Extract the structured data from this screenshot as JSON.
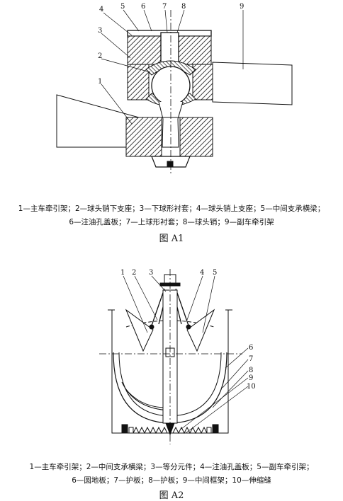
{
  "figure_a1": {
    "labels": [
      "1",
      "2",
      "3",
      "4",
      "5",
      "6",
      "7",
      "8",
      "9"
    ],
    "legend_line1": "1—主车牵引架；2—球头销下支座；3—下球形衬套；4—球头销上支座；5—中间支承横梁；",
    "legend_line2": "6—注油孔盖板；7—上球形衬套；8—球头销；9—副车牵引架",
    "title": "图 A1"
  },
  "figure_a2": {
    "labels": [
      "1",
      "2",
      "3",
      "4",
      "5",
      "6",
      "7",
      "8",
      "9",
      "10"
    ],
    "legend_line1": "1—主车牵引架；2—中间支承横梁；3—等分元件；4—注油孔盖板；5—副车牵引架；",
    "legend_line2": "6—圆地板；7—护板；8—护板；9—中间框架；10—伸缩缝",
    "title": "图 A2"
  }
}
